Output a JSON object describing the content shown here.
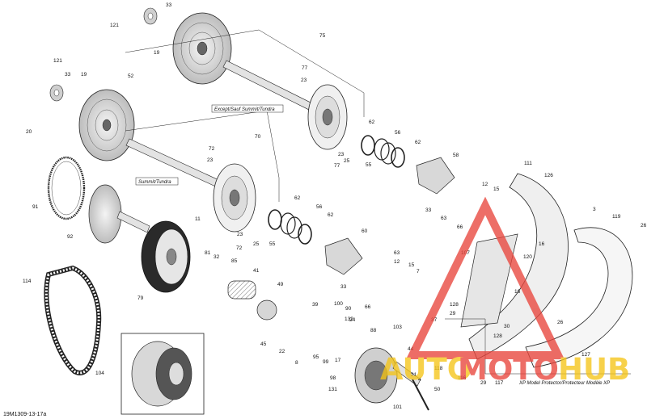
{
  "document_id": "19M1309-13-17a",
  "callouts": {
    "except_summit": "Except/Sauf Summit/Tundra",
    "summit": "Summit/Tundra",
    "xp_model": "XP Model Protector/Protecteur Modèle XP"
  },
  "watermark": {
    "auto": "AUTO",
    "moto": "MOTO",
    "hub": "HUB",
    "color": "#e8453c",
    "accent": "#f5c518"
  },
  "part_labels": [
    "33",
    "121",
    "19",
    "52",
    "121",
    "33",
    "19",
    "75",
    "77",
    "23",
    "62",
    "56",
    "62",
    "23",
    "77",
    "25",
    "55",
    "70",
    "72",
    "23",
    "20",
    "91",
    "58",
    "111",
    "126",
    "3",
    "119",
    "26",
    "12",
    "15",
    "33",
    "63",
    "66",
    "92",
    "11",
    "62",
    "56",
    "62",
    "23",
    "72",
    "25",
    "55",
    "60",
    "63",
    "15",
    "7",
    "12",
    "33",
    "66",
    "81",
    "32",
    "85",
    "79",
    "41",
    "49",
    "114",
    "107",
    "120",
    "16",
    "16",
    "100",
    "90",
    "24",
    "132",
    "88",
    "39",
    "45",
    "22",
    "8",
    "95",
    "99",
    "17",
    "103",
    "128",
    "37",
    "29",
    "30",
    "128",
    "26",
    "127",
    "104",
    "44",
    "118",
    "116",
    "117",
    "29",
    "98",
    "131",
    "21",
    "4",
    "101",
    "50"
  ]
}
